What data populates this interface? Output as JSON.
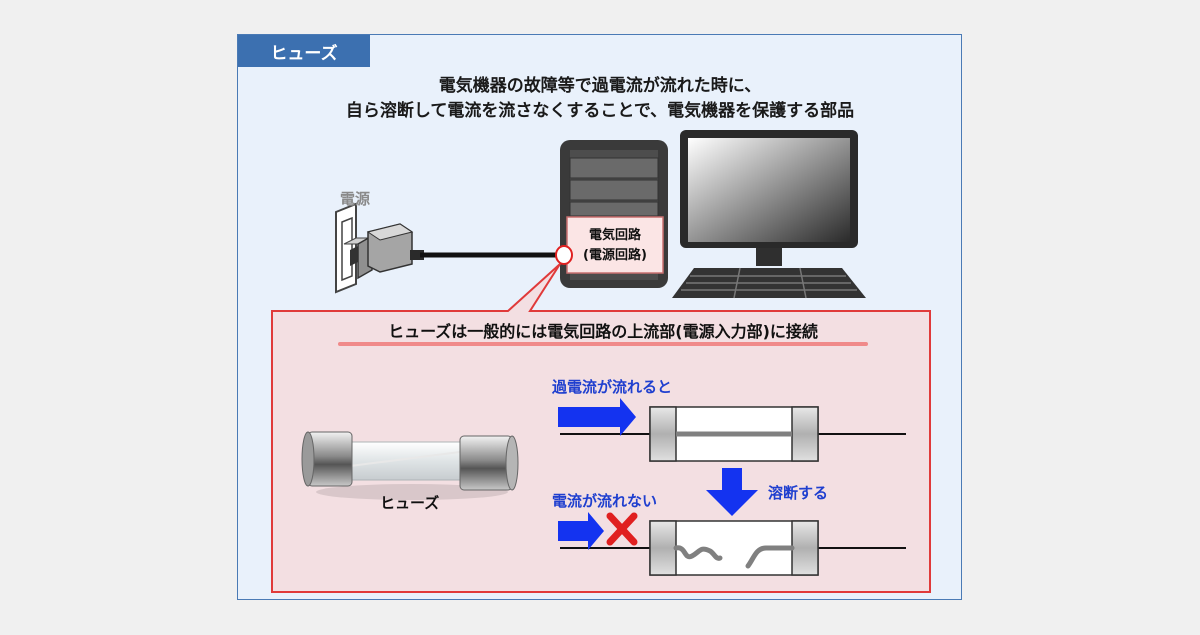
{
  "title": "ヒューズ",
  "description": {
    "line1": "電気機器の故障等で過電流が流れた時に、",
    "line2": "自ら溶断して電流を流さなくすることで、電気機器を保護する部品"
  },
  "power_source_label": "電源",
  "circuit": {
    "line1": "電気回路",
    "line2": "(電源回路)"
  },
  "callout": {
    "heading": "ヒューズは一般的には電気回路の上流部(電源入力部)に接続"
  },
  "fuse_photo_label": "ヒューズ",
  "states": {
    "overcurrent": "過電流が流れると",
    "melt": "溶断する",
    "no_current": "電流が流れない"
  },
  "colors": {
    "title_bg": "#3c70b0",
    "panel_bg": "#e9f1fb",
    "callout_bg": "#f3dfe2",
    "callout_border": "#e03a3a",
    "arrow_blue": "#1433f0",
    "cross_red": "#e02020"
  }
}
